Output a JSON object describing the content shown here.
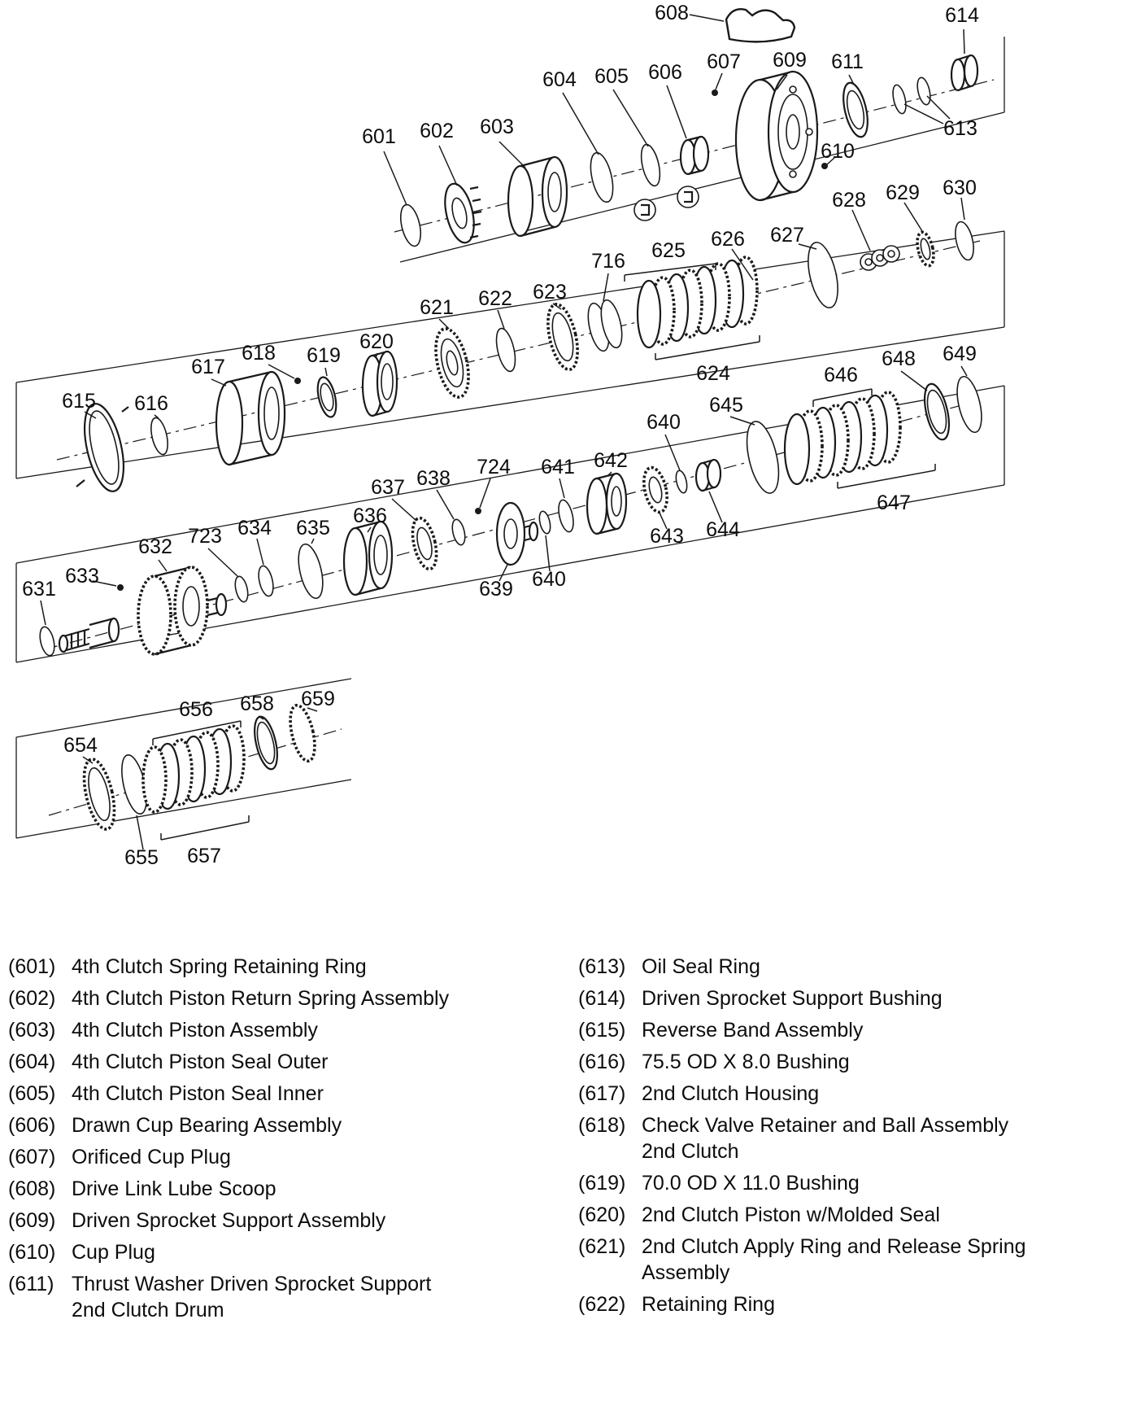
{
  "figure": {
    "description": "Exploded view of automatic transmission 2nd/4th clutch, driven sprocket support and output shaft assemblies",
    "labels": {
      "601": "601",
      "602": "602",
      "603": "603",
      "604": "604",
      "605": "605",
      "606": "606",
      "607": "607",
      "608": "608",
      "609": "609",
      "610": "610",
      "611": "611",
      "613": "613",
      "614": "614",
      "615": "615",
      "616": "616",
      "617": "617",
      "618": "618",
      "619": "619",
      "620": "620",
      "621": "621",
      "622": "622",
      "623": "623",
      "624": "624",
      "625": "625",
      "626": "626",
      "627": "627",
      "628": "628",
      "629": "629",
      "630": "630",
      "631": "631",
      "632": "632",
      "633": "633",
      "634": "634",
      "635": "635",
      "636": "636",
      "637": "637",
      "638": "638",
      "639": "639",
      "640": "640",
      "641": "641",
      "642": "642",
      "643": "643",
      "644": "644",
      "645": "645",
      "646": "646",
      "647": "647",
      "648": "648",
      "649": "649",
      "654": "654",
      "655": "655",
      "656": "656",
      "657": "657",
      "658": "658",
      "659": "659",
      "716": "716",
      "723": "723",
      "724": "724"
    }
  },
  "legend": {
    "left": [
      {
        "num": "(601)",
        "text": "4th Clutch Spring Retaining Ring"
      },
      {
        "num": "(602)",
        "text": "4th Clutch Piston Return Spring Assembly"
      },
      {
        "num": "(603)",
        "text": "4th Clutch Piston Assembly"
      },
      {
        "num": "(604)",
        "text": "4th Clutch Piston Seal Outer"
      },
      {
        "num": "(605)",
        "text": "4th Clutch Piston Seal Inner"
      },
      {
        "num": "(606)",
        "text": "Drawn Cup Bearing Assembly"
      },
      {
        "num": "(607)",
        "text": "Orificed Cup Plug"
      },
      {
        "num": "(608)",
        "text": "Drive Link Lube Scoop"
      },
      {
        "num": "(609)",
        "text": "Driven Sprocket Support Assembly"
      },
      {
        "num": "(610)",
        "text": "Cup Plug"
      },
      {
        "num": "(611)",
        "text": "Thrust Washer Driven Sprocket Support\n2nd Clutch Drum"
      }
    ],
    "right": [
      {
        "num": "(613)",
        "text": "Oil Seal Ring"
      },
      {
        "num": "(614)",
        "text": "Driven Sprocket Support Bushing"
      },
      {
        "num": "(615)",
        "text": "Reverse Band Assembly"
      },
      {
        "num": "(616)",
        "text": "75.5 OD X 8.0 Bushing"
      },
      {
        "num": "(617)",
        "text": "2nd Clutch Housing"
      },
      {
        "num": "(618)",
        "text": "Check Valve Retainer and Ball Assembly\n2nd Clutch"
      },
      {
        "num": "(619)",
        "text": "70.0 OD X 11.0 Bushing"
      },
      {
        "num": "(620)",
        "text": "2nd Clutch Piston w/Molded Seal"
      },
      {
        "num": "(621)",
        "text": "2nd Clutch Apply Ring and Release Spring\nAssembly"
      },
      {
        "num": "(622)",
        "text": "Retaining Ring"
      }
    ]
  }
}
